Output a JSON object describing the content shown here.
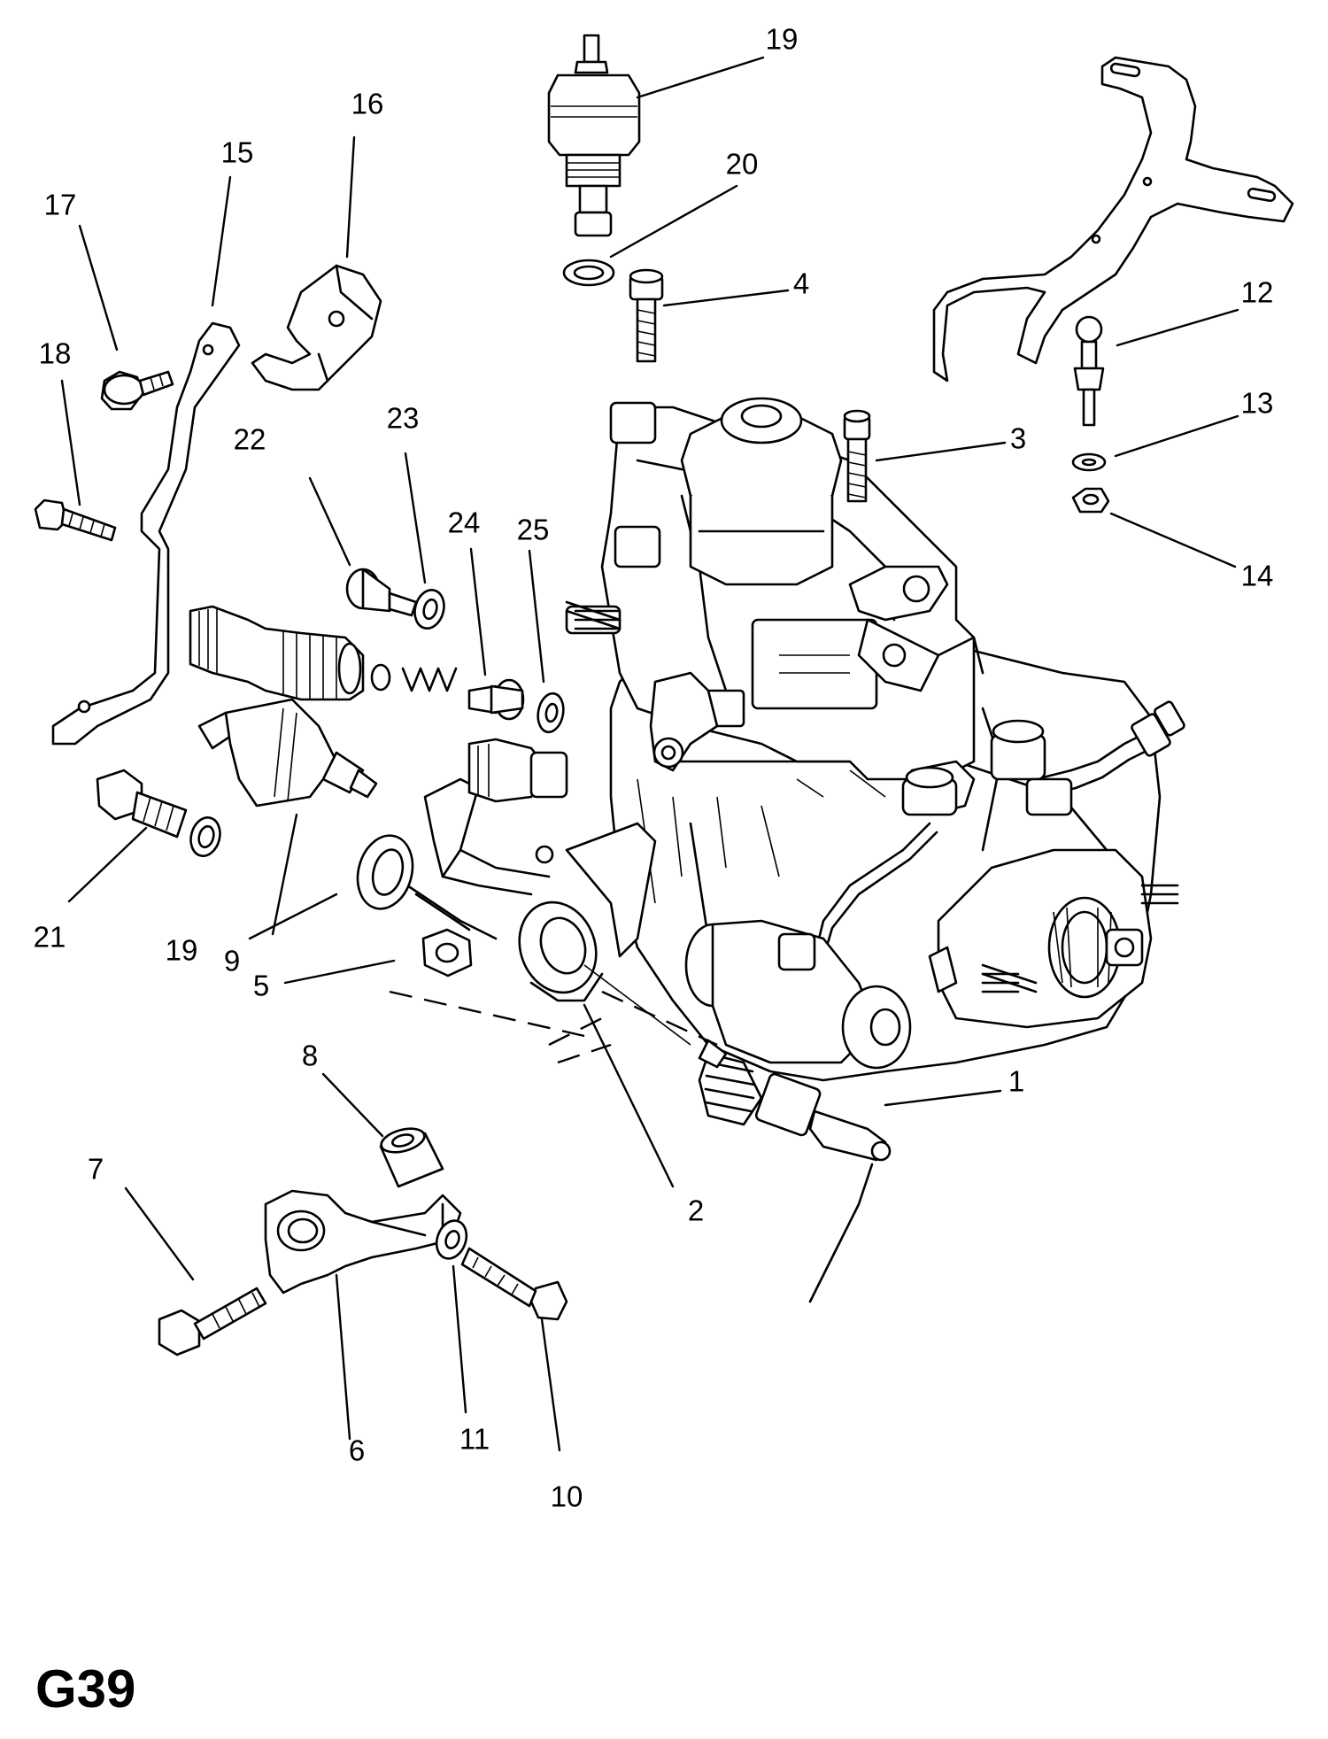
{
  "diagram": {
    "code": "G39",
    "line_color": "#000000",
    "background": "#ffffff",
    "callouts": [
      {
        "id": "c1",
        "text": "1"
      },
      {
        "id": "c2",
        "text": "2"
      },
      {
        "id": "c3",
        "text": "3"
      },
      {
        "id": "c4",
        "text": "4"
      },
      {
        "id": "c5",
        "text": "5"
      },
      {
        "id": "c6",
        "text": "6"
      },
      {
        "id": "c7",
        "text": "7"
      },
      {
        "id": "c8",
        "text": "8"
      },
      {
        "id": "c9",
        "text": "9"
      },
      {
        "id": "c10",
        "text": "10"
      },
      {
        "id": "c11",
        "text": "11"
      },
      {
        "id": "c12",
        "text": "12"
      },
      {
        "id": "c13",
        "text": "13"
      },
      {
        "id": "c14",
        "text": "14"
      },
      {
        "id": "c15",
        "text": "15"
      },
      {
        "id": "c16",
        "text": "16"
      },
      {
        "id": "c17",
        "text": "17"
      },
      {
        "id": "c18",
        "text": "18"
      },
      {
        "id": "c19a",
        "text": "19"
      },
      {
        "id": "c19b",
        "text": "19"
      },
      {
        "id": "c20",
        "text": "20"
      },
      {
        "id": "c21",
        "text": "21"
      },
      {
        "id": "c22",
        "text": "22"
      },
      {
        "id": "c23",
        "text": "23"
      },
      {
        "id": "c24",
        "text": "24"
      },
      {
        "id": "c25",
        "text": "25"
      }
    ]
  }
}
